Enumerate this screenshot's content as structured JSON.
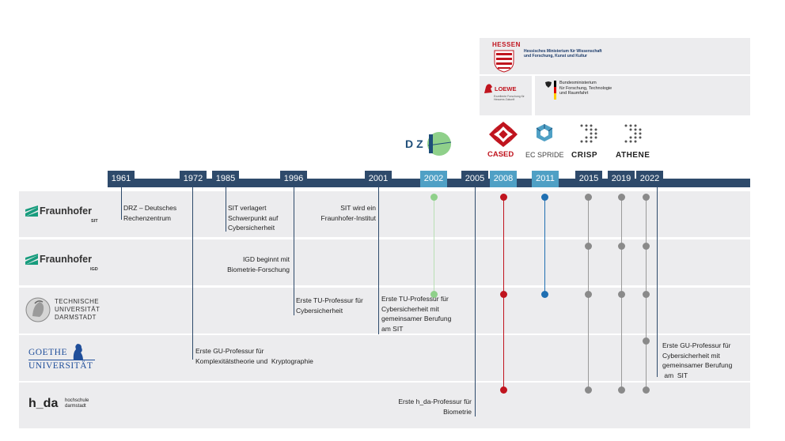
{
  "years": {
    "y1961": "1961",
    "y1972": "1972",
    "y1985": "1985",
    "y1996": "1996",
    "y2001": "2001",
    "y2002": "2002",
    "y2005": "2005",
    "y2008": "2008",
    "y2011": "2011",
    "y2015": "2015",
    "y2019": "2019",
    "y2022": "2022"
  },
  "institutions": {
    "fraunhofer_sit": {
      "name": "Fraunhofer",
      "sub": "SIT"
    },
    "fraunhofer_igd": {
      "name": "Fraunhofer",
      "sub": "IGD"
    },
    "tu_darmstadt": {
      "line1": "TECHNISCHE",
      "line2": "UNIVERSITÄT",
      "line3": "DARMSTADT"
    },
    "goethe": {
      "line1": "GOETHE",
      "line2": "UNIVERSITÄT"
    },
    "hda": {
      "name": "h_da",
      "line1": "hochschule",
      "line2": "darmstadt"
    }
  },
  "annotations": {
    "drz_1": "DRZ – Deutsches",
    "drz_2": "Rechenzentrum",
    "sit1985_1": "SIT verlagert",
    "sit1985_2": "Schwerpunkt auf",
    "sit1985_3": "Cybersicherheit",
    "sit2001_1": "SIT wird ein",
    "sit2001_2": "Fraunhofer-Institut",
    "igd_1": "IGD beginnt mit",
    "igd_2": "Biometrie-Forschung",
    "tu1996_1": "Erste TU-Professur für",
    "tu1996_2": "Cybersicherheit",
    "tu2001_1": "Erste TU-Professur für",
    "tu2001_2": "Cybersicherheit mit",
    "tu2001_3": "gemeinsamer Berufung",
    "tu2001_4": "am SIT",
    "gu1972_1": "Erste GU-Professur für",
    "gu1972_2": "Komplexitätstheorie und  Kryptographie",
    "gu2022_1": "Erste GU-Professur für",
    "gu2022_2": "Cybersicherheit mit",
    "gu2022_3": "gemeinsamer Berufung",
    "gu2022_4": " am  SIT",
    "hda2005_1": "Erste h_da-Professur für",
    "hda2005_2": "Biometrie"
  },
  "projects": {
    "dzi": "DZ",
    "cased": "CASED",
    "ecspride": "EC SPRIDE",
    "crisp": "CRISP",
    "athene": "ATHENE"
  },
  "sponsors": {
    "hessen": "HESSEN",
    "hessen_ministry_1": "Hessisches Ministerium für Wissenschaft",
    "hessen_ministry_2": "und Forschung, Kunst und Kultur",
    "loewe": "LOEWE",
    "loewe_sub_1": "Exzellente Forschung für",
    "loewe_sub_2": "Hessens Zukunft",
    "bmbf_1": "Bundesministerium",
    "bmbf_2": "für Forschung, Technologie",
    "bmbf_3": "und Raumfahrt"
  },
  "colors": {
    "axis": "#2e4a6b",
    "axis_highlight": "#4fa0c5",
    "lane": "#ececee",
    "dzi": "#8fd08a",
    "cased": "#c0141e",
    "ecspride": "#1f6fb2",
    "gray": "#8a8a8a"
  }
}
